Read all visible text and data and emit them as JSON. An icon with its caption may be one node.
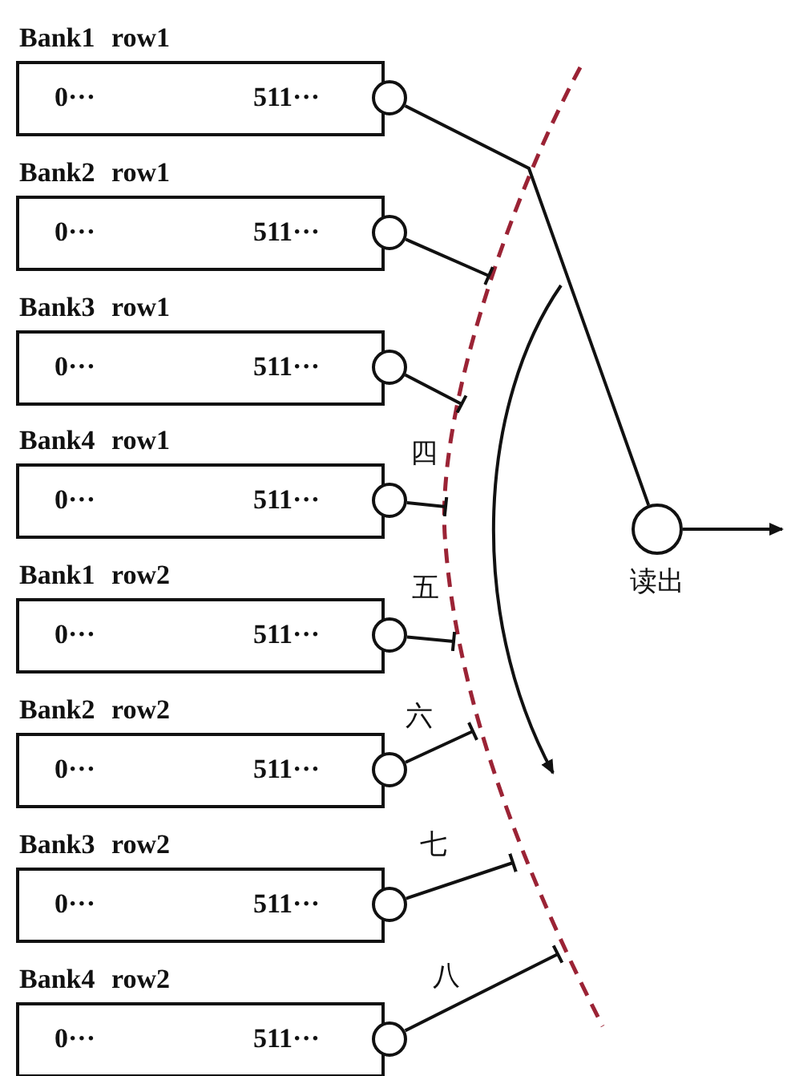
{
  "diagram": {
    "nodes": [
      {
        "text": [
          "Bank1 row1",
          "0···",
          "511···"
        ]
      },
      {
        "text": [],
        "shape": "circle"
      },
      {
        "text": [
          "Bank2 row1",
          "0···",
          "511···"
        ]
      },
      {
        "text": [],
        "shape": "circle"
      },
      {
        "text": [
          "Bank3 row1",
          "0···",
          "511···"
        ]
      },
      {
        "text": [],
        "shape": "circle"
      },
      {
        "text": [
          "Bank4 row1",
          "0···",
          "511···"
        ]
      },
      {
        "text": [],
        "shape": "circle"
      },
      {
        "text": [
          "Bank1 row2",
          "0···",
          "511···"
        ]
      },
      {
        "text": [],
        "shape": "circle"
      },
      {
        "text": [
          "Bank2 row2",
          "0···",
          "511···"
        ]
      },
      {
        "text": [],
        "shape": "circle"
      },
      {
        "text": [
          "Bank3 row2",
          "0···",
          "511···"
        ]
      },
      {
        "text": [],
        "shape": "circle"
      },
      {
        "text": [
          "Bank4 row2",
          "0···",
          "511···"
        ]
      },
      {
        "text": [],
        "shape": "circle"
      },
      {
        "text": [],
        "shape": "circle",
        "beside": [
          "读出"
        ]
      }
    ],
    "edges": [
      {
        "from": 1,
        "to": 16,
        "arrow": "none"
      },
      {
        "from": 3,
        "to": null,
        "arrow": "other"
      },
      {
        "from": 5,
        "to": null,
        "arrow": "other"
      },
      {
        "from": 7,
        "to": null,
        "arrow": "other"
      },
      {
        "from": 9,
        "to": null,
        "arrow": "other"
      },
      {
        "from": 11,
        "to": null,
        "arrow": "other"
      },
      {
        "from": 13,
        "to": null,
        "arrow": "other"
      },
      {
        "from": 15,
        "to": null,
        "arrow": "other"
      },
      {
        "from": 16,
        "to": null,
        "arrow": "to"
      }
    ],
    "labels": [
      "四",
      "五",
      "六",
      "七",
      "八"
    ]
  }
}
